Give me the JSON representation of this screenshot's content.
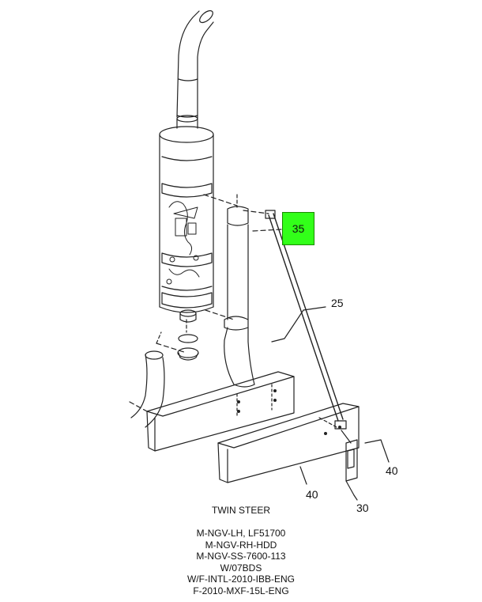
{
  "callouts": {
    "highlighted": "35",
    "rod": "25",
    "bracket": "30",
    "rail_right": "40",
    "rail_bottom": "40"
  },
  "caption": {
    "title": "TWIN STEER",
    "lines": [
      "M-NGV-LH, LF51700",
      "M-NGV-RH-HDD",
      "M-NGV-SS-7600-113",
      "W/07BDS",
      "W/F-INTL-2010-IBB-ENG",
      "F-2010-MXF-15L-ENG"
    ]
  },
  "colors": {
    "highlight": "#1cff00",
    "line": "#222222"
  }
}
